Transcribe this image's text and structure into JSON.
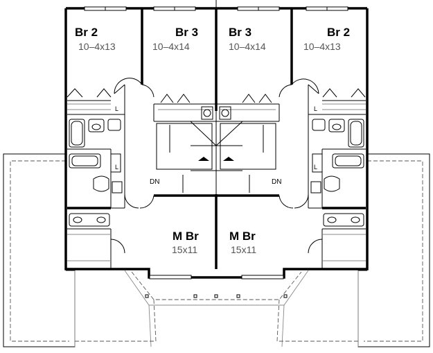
{
  "rooms": {
    "left_br2": {
      "name": "Br 2",
      "dims": "10–4x13"
    },
    "left_br3": {
      "name": "Br 3",
      "dims": "10–4x14"
    },
    "right_br3": {
      "name": "Br 3",
      "dims": "10–4x14"
    },
    "right_br2": {
      "name": "Br 2",
      "dims": "10–4x13"
    },
    "left_mbr": {
      "name": "M Br",
      "dims": "15x11"
    },
    "right_mbr": {
      "name": "M Br",
      "dims": "15x11"
    }
  },
  "labels": {
    "stairs_down": "DN",
    "linen": "L"
  }
}
